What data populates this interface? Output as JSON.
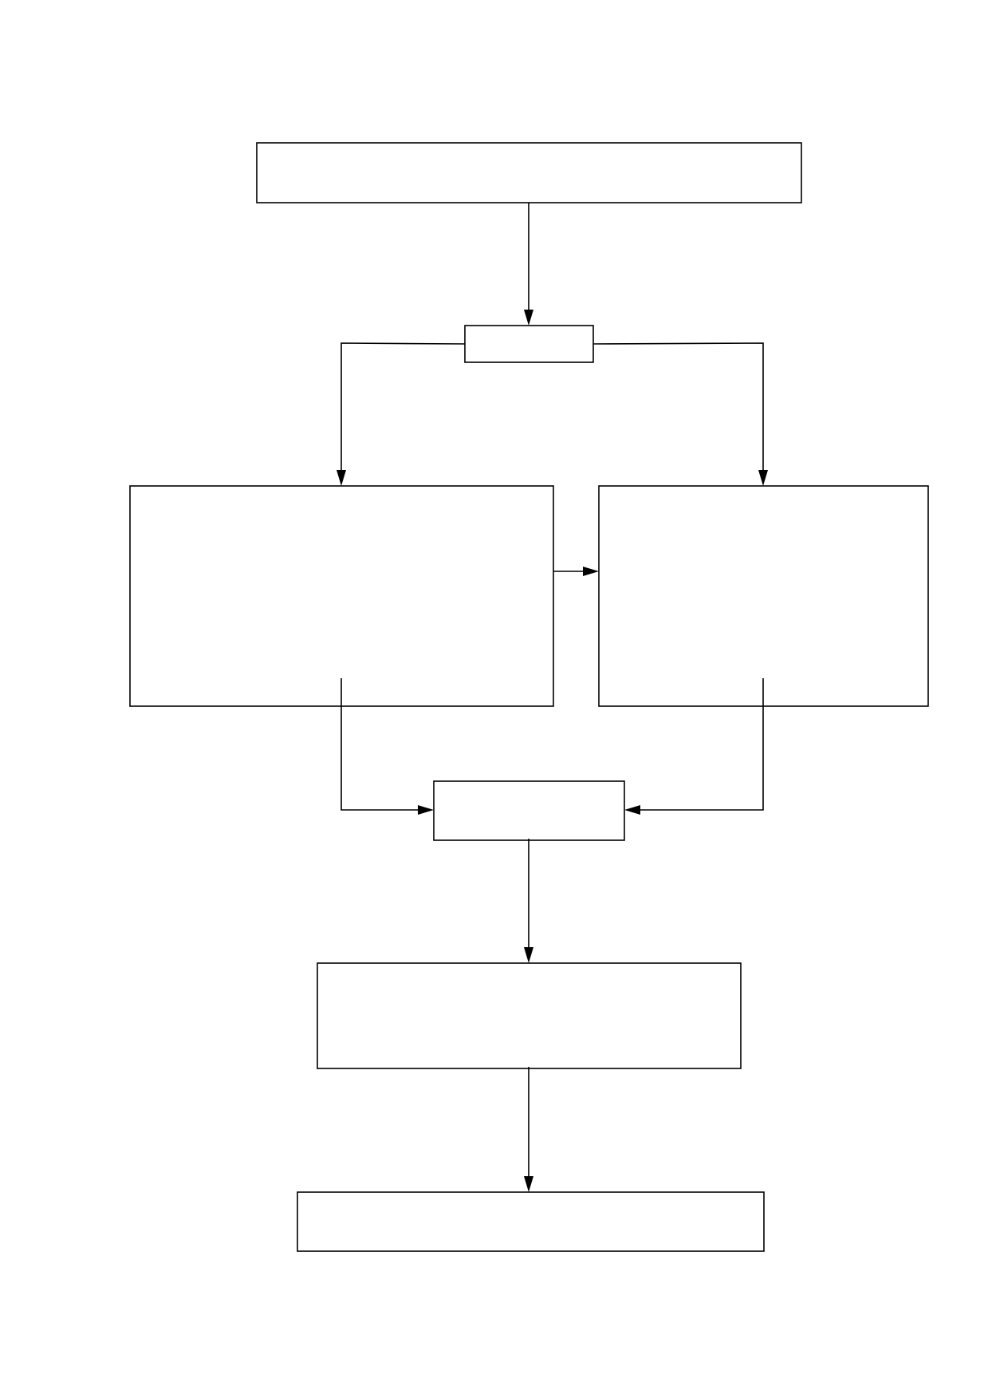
{
  "diagram": {
    "type": "flowchart",
    "nodes": [
      {
        "id": "top",
        "label": ""
      },
      {
        "id": "split",
        "label": ""
      },
      {
        "id": "left",
        "label": ""
      },
      {
        "id": "right",
        "label": ""
      },
      {
        "id": "merge",
        "label": ""
      },
      {
        "id": "lower",
        "label": ""
      },
      {
        "id": "bottom",
        "label": ""
      }
    ],
    "edges": [
      {
        "from": "top",
        "to": "split"
      },
      {
        "from": "split",
        "to": "left"
      },
      {
        "from": "split",
        "to": "right"
      },
      {
        "from": "left",
        "to": "right"
      },
      {
        "from": "left",
        "to": "merge"
      },
      {
        "from": "right",
        "to": "merge"
      },
      {
        "from": "merge",
        "to": "lower"
      },
      {
        "from": "lower",
        "to": "bottom"
      }
    ],
    "colors": {
      "stroke": "#000000",
      "fill": "#ffffff",
      "background": "#ffffff"
    }
  }
}
